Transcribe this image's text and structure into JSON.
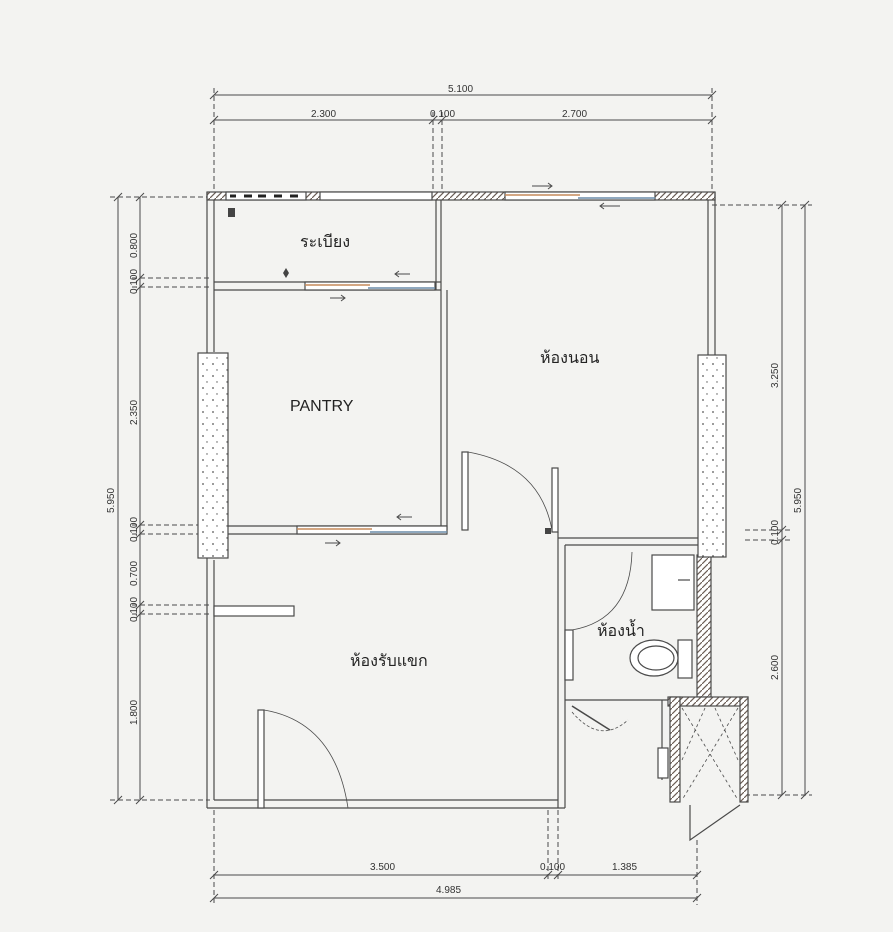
{
  "rooms": {
    "balcony": "ระเบียง",
    "bedroom": "ห้องนอน",
    "pantry": "PANTRY",
    "bathroom": "ห้องน้ำ",
    "living": "ห้องรับแขก"
  },
  "dimensions": {
    "top_total": "5.100",
    "top_left": "2.300",
    "top_mid": "0.100",
    "top_right": "2.700",
    "bottom_left": "3.500",
    "bottom_mid": "0.100",
    "bottom_right": "1.385",
    "bottom_total": "4.985",
    "left_balcony": "0.800",
    "left_wall_1": "0.100",
    "left_pantry": "2.350",
    "left_wall_2": "0.100",
    "left_gap": "0.700",
    "left_wall_3": "0.100",
    "left_living": "1.800",
    "left_total": "5.950",
    "right_bedroom": "3.250",
    "right_wall": "0.100",
    "right_bath": "2.600",
    "right_total": "5.950"
  },
  "colors": {
    "line": "#4a4a4a",
    "hatch": "#8a7a70",
    "column_fill": "#ffffff",
    "background": "#f3f3f1"
  }
}
